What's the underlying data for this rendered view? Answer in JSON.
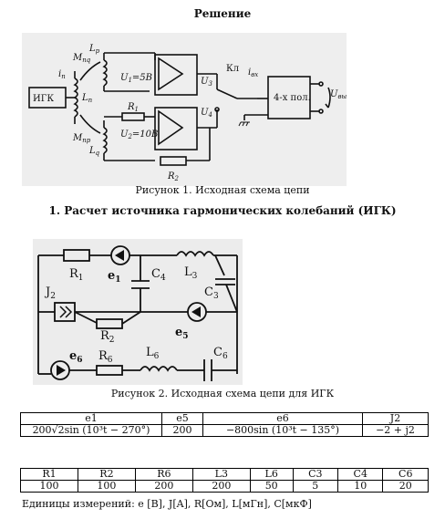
{
  "doc": {
    "title": "Решение",
    "figure1_caption": "Рисунок 1. Исходная схема цепи",
    "section1_title": "1. Расчет источника гармонических колебаний (ИГК)",
    "figure2_caption": "Рисунок 2. Исходная схема цепи для ИГК",
    "units_note": "Единицы измерений: e [B], J[A], R[Ом], L[мГн], C[мкФ]"
  },
  "fig1_labels": {
    "igk": "ИГК",
    "ln": "L",
    "ln_sub": "n",
    "in": "i",
    "in_sub": "n",
    "mpq": "M",
    "mpq_sub": "пq",
    "mnp": "M",
    "mnp_sub": "пр",
    "lp": "L",
    "lp_sub": "p",
    "lq": "L",
    "lq_sub": "q",
    "u1": "U",
    "u1_sub": "1",
    "u1_val": "=5B",
    "u2": "U",
    "u2_sub": "2",
    "u2_val": "=10B",
    "r1": "R",
    "r1_sub": "1",
    "r2": "R",
    "r2_sub": "2",
    "u3": "U",
    "u3_sub": "3",
    "u4": "U",
    "u4_sub": "4",
    "kl": "Кл",
    "ivx": "i",
    "ivx_sub": "вх",
    "filter": "4-х пол.",
    "uvyx": "U",
    "uvyx_sub": "вых"
  },
  "fig2_labels": {
    "r1": "R",
    "r1_sub": "1",
    "e1": "e",
    "e1_sub": "1",
    "c4": "C",
    "c4_sub": "4",
    "l3": "L",
    "l3_sub": "3",
    "c3": "C",
    "c3_sub": "3",
    "j2": "J",
    "j2_sub": "2",
    "r2": "R",
    "r2_sub": "2",
    "e5": "e",
    "e5_sub": "5",
    "e6": "e",
    "e6_sub": "6",
    "r6": "R",
    "r6_sub": "6",
    "l6": "L",
    "l6_sub": "6",
    "c6": "C",
    "c6_sub": "6"
  },
  "table1": {
    "headers": [
      "e1",
      "e5",
      "e6",
      "J2"
    ],
    "values": [
      "200√2sin (10³t − 270°)",
      "200",
      "−800sin (10³t − 135°)",
      "−2 + j2"
    ]
  },
  "table2": {
    "headers": [
      "R1",
      "R2",
      "R6",
      "L3",
      "L6",
      "C3",
      "C4",
      "C6"
    ],
    "values": [
      "100",
      "100",
      "200",
      "200",
      "50",
      "5",
      "10",
      "20"
    ]
  }
}
